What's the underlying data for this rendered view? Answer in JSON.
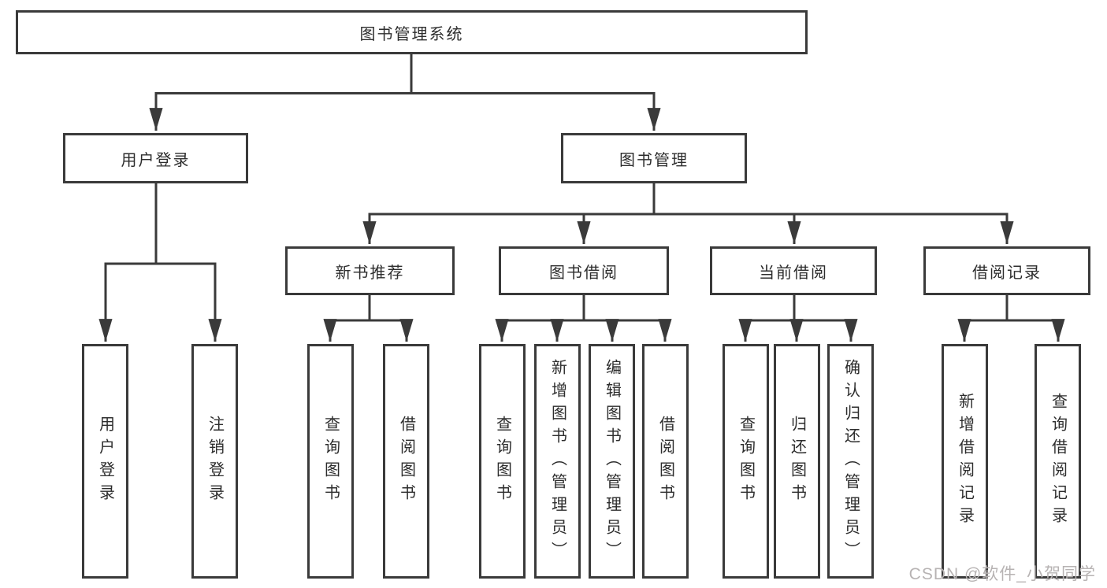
{
  "colors": {
    "line": "#3a3a3a",
    "box_border": "#3a3a3a",
    "text": "#2d2d2d",
    "watermark": "#b7b3b3",
    "background": "#ffffff"
  },
  "watermark": "CSDN @软件_小贺同学",
  "tree": {
    "label": "图书管理系统",
    "children": [
      {
        "label": "用户登录",
        "children": [
          {
            "label": "用户登录"
          },
          {
            "label": "注销登录"
          }
        ]
      },
      {
        "label": "图书管理",
        "children": [
          {
            "label": "新书推荐",
            "children": [
              {
                "label": "查询图书"
              },
              {
                "label": "借阅图书"
              }
            ]
          },
          {
            "label": "图书借阅",
            "children": [
              {
                "label": "查询图书"
              },
              {
                "label": "新增图书（管理员）"
              },
              {
                "label": "编辑图书（管理员）"
              },
              {
                "label": "借阅图书"
              }
            ]
          },
          {
            "label": "当前借阅",
            "children": [
              {
                "label": "查询图书"
              },
              {
                "label": "归还图书"
              },
              {
                "label": "确认归还（管理员）"
              }
            ]
          },
          {
            "label": "借阅记录",
            "children": [
              {
                "label": "新增借阅记录"
              },
              {
                "label": "查询借阅记录"
              }
            ]
          }
        ]
      }
    ]
  }
}
